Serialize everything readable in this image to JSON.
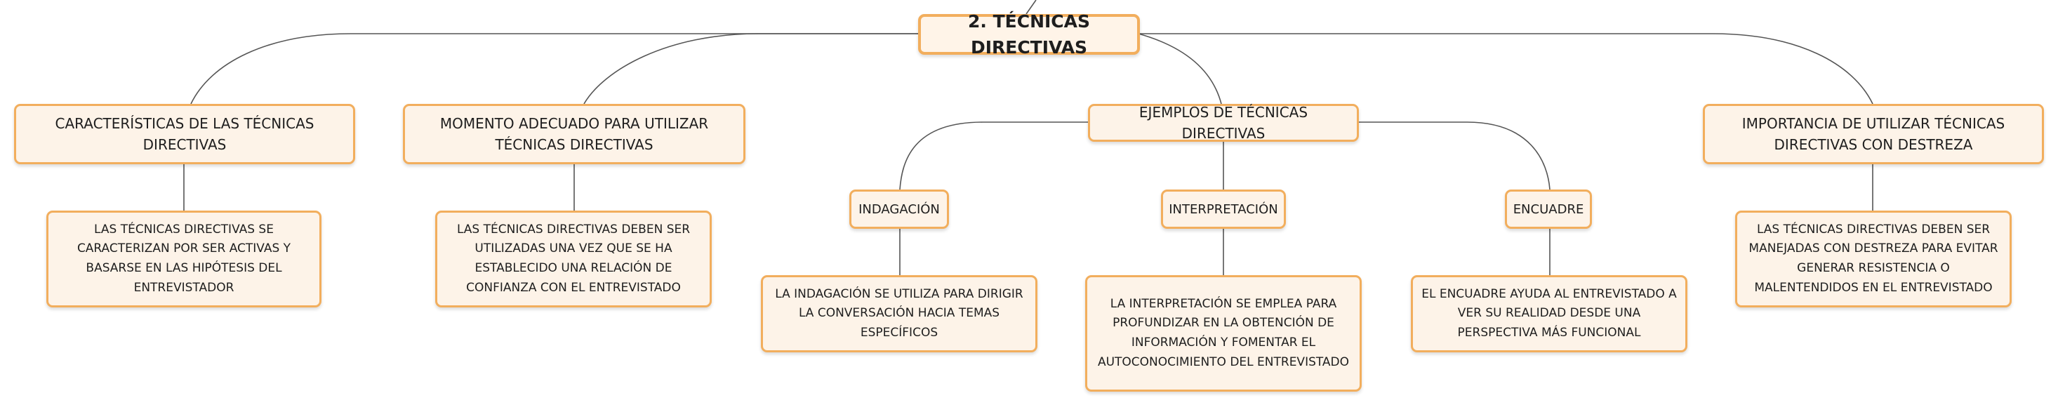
{
  "root": {
    "label": "2. TÉCNICAS DIRECTIVAS"
  },
  "branches": [
    {
      "label": "CARACTERÍSTICAS DE LAS TÉCNICAS DIRECTIVAS",
      "detail": "LAS TÉCNICAS DIRECTIVAS SE CARACTERIZAN POR SER ACTIVAS Y BASARSE EN LAS HIPÓTESIS DEL ENTREVISTADOR"
    },
    {
      "label": "MOMENTO ADECUADO PARA UTILIZAR TÉCNICAS DIRECTIVAS",
      "detail": "LAS TÉCNICAS DIRECTIVAS DEBEN SER UTILIZADAS UNA VEZ QUE SE HA ESTABLECIDO UNA RELACIÓN DE CONFIANZA CON EL ENTREVISTADO"
    },
    {
      "label": "EJEMPLOS DE TÉCNICAS DIRECTIVAS",
      "children": [
        {
          "label": "INDAGACIÓN",
          "detail": "LA INDAGACIÓN SE UTILIZA PARA DIRIGIR LA CONVERSACIÓN HACIA TEMAS ESPECÍFICOS"
        },
        {
          "label": "INTERPRETACIÓN",
          "detail": "LA INTERPRETACIÓN SE EMPLEA PARA PROFUNDIZAR EN LA OBTENCIÓN DE INFORMACIÓN Y FOMENTAR EL AUTOCONOCIMIENTO DEL ENTREVISTADO"
        },
        {
          "label": "ENCUADRE",
          "detail": "EL ENCUADRE AYUDA AL ENTREVISTADO A VER SU REALIDAD DESDE UNA PERSPECTIVA MÁS FUNCIONAL"
        }
      ]
    },
    {
      "label": "IMPORTANCIA DE UTILIZAR TÉCNICAS DIRECTIVAS CON DESTREZA",
      "detail": "LAS TÉCNICAS DIRECTIVAS DEBEN SER MANEJADAS CON DESTREZA PARA EVITAR GENERAR RESISTENCIA O MALENTENDIDOS EN EL ENTREVISTADO"
    }
  ],
  "colors": {
    "border": "#f2ae5d",
    "fill": "#fdf3e8",
    "connector": "#555555",
    "text": "#1e1e1e"
  }
}
